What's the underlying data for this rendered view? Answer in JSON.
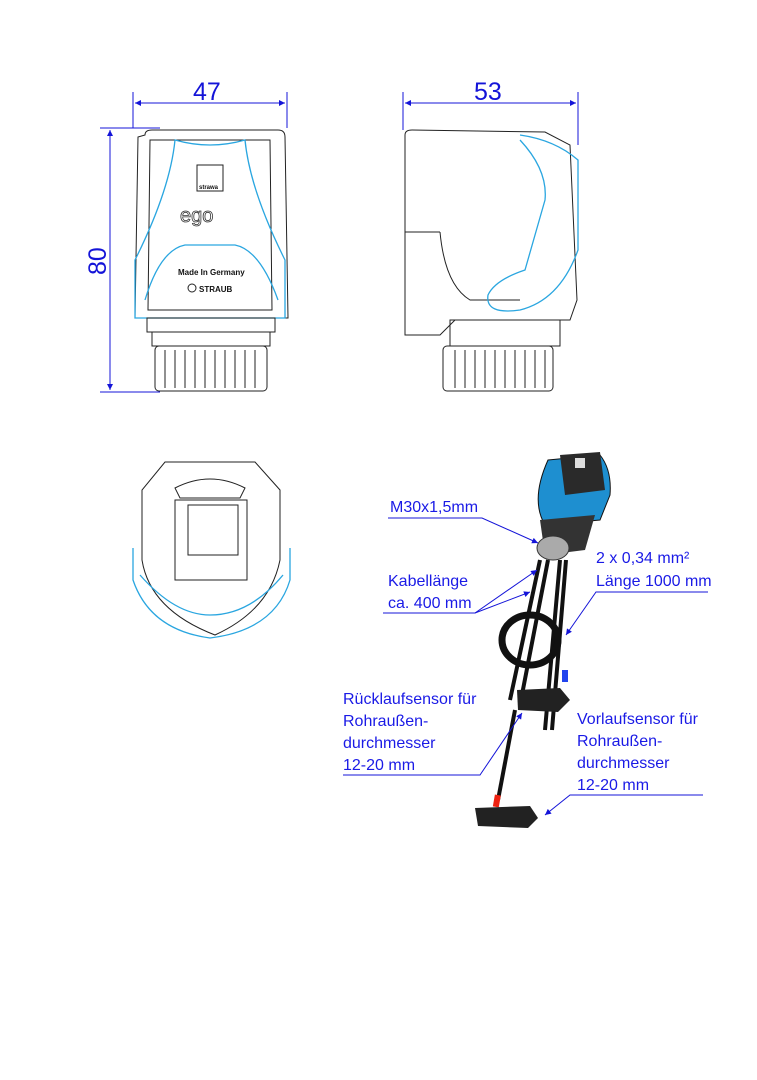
{
  "dimensions": {
    "width": "47",
    "depth": "53",
    "height": "80"
  },
  "product": {
    "brand_logo": "strawa",
    "model_logo": "ego",
    "made_in": "Made In Germany",
    "manufacturer_logo": "STRAUB"
  },
  "callouts": {
    "thread": "M30x1,5mm",
    "cable_spec_line1": "2 x 0,34 mm²",
    "cable_spec_line2": "Länge 1000 mm",
    "cable_length_line1": "Kabellänge",
    "cable_length_line2": "ca. 400 mm",
    "return_sensor": [
      "Rücklaufsensor für",
      "Rohraußen-",
      "durchmesser",
      "12-20 mm"
    ],
    "flow_sensor": [
      "Vorlaufsensor für",
      "Rohraußen-",
      "durchmesser",
      "12-20 mm"
    ]
  },
  "colors": {
    "dimension": "#1414d8",
    "accent": "#2aa6e0",
    "body": "#222222"
  }
}
